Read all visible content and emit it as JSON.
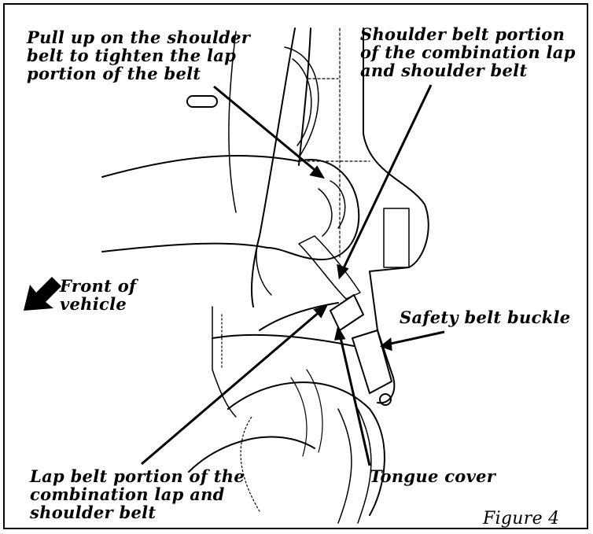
{
  "figure": {
    "label": "Figure 4",
    "callouts": {
      "pull_up": "Pull up on the shoulder\nbelt to tighten the lap\nportion of the belt",
      "shoulder_belt": "Shoulder belt portion\nof the combination lap\nand shoulder belt",
      "front_of_vehicle": "Front of\nvehicle",
      "buckle": "Safety belt buckle",
      "lap_belt": "Lap belt portion of the\ncombination lap and\nshoulder belt",
      "tongue_cover": "Tongue cover"
    },
    "icons": {
      "direction_arrow": "arrow-down-left-icon"
    },
    "colors": {
      "ink": "#000000",
      "paper": "#ffffff"
    }
  }
}
